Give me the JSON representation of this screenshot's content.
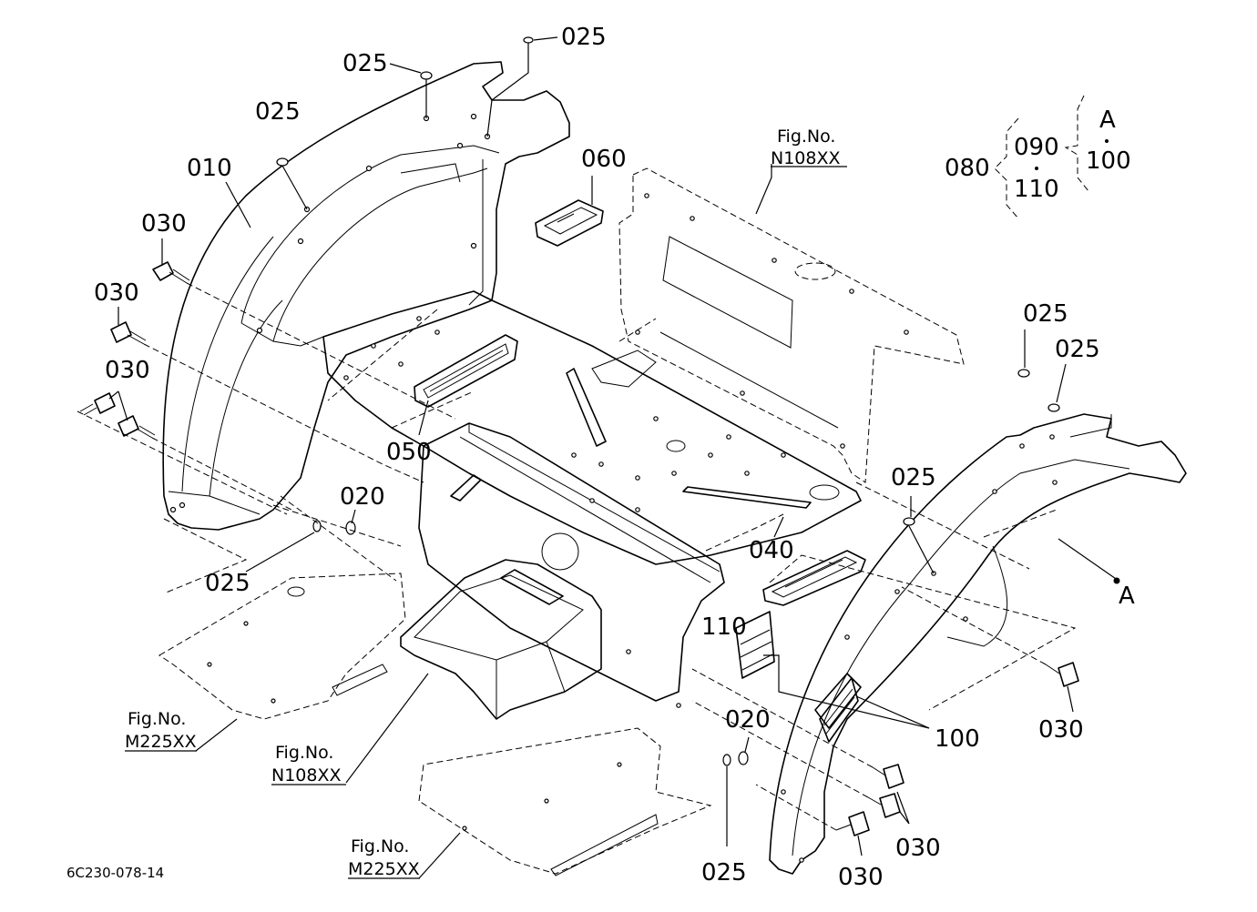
{
  "callouts": {
    "c025_top_right": "025",
    "c025_top_left": "025",
    "c025_upper": "025",
    "c010": "010",
    "c030_1": "030",
    "c030_2": "030",
    "c030_3": "030",
    "c060": "060",
    "c050": "050",
    "c020_left": "020",
    "c025_left_low": "025",
    "c025_right_a": "025",
    "c025_right_b": "025",
    "c025_right_mid": "025",
    "c040": "040",
    "c110": "110",
    "c100": "100",
    "c030_right": "030",
    "c020_bottom": "020",
    "c025_bottom": "025",
    "c030_bot_a": "030",
    "c030_bot_b": "030",
    "marker_a": "A"
  },
  "legend": {
    "l080": "080",
    "l090": "090",
    "l110": "110",
    "la": "A",
    "l100": "100"
  },
  "figrefs": {
    "n108_top_label": "Fig.No.",
    "n108_top_num": "N108XX",
    "m225_left_label": "Fig.No.",
    "m225_left_num": "M225XX",
    "n108_bottom_label": "Fig.No.",
    "n108_bottom_num": "N108XX",
    "m225_bottom_label": "Fig.No.",
    "m225_bottom_num": "M225XX"
  },
  "doc_id": "6C230-078-14"
}
